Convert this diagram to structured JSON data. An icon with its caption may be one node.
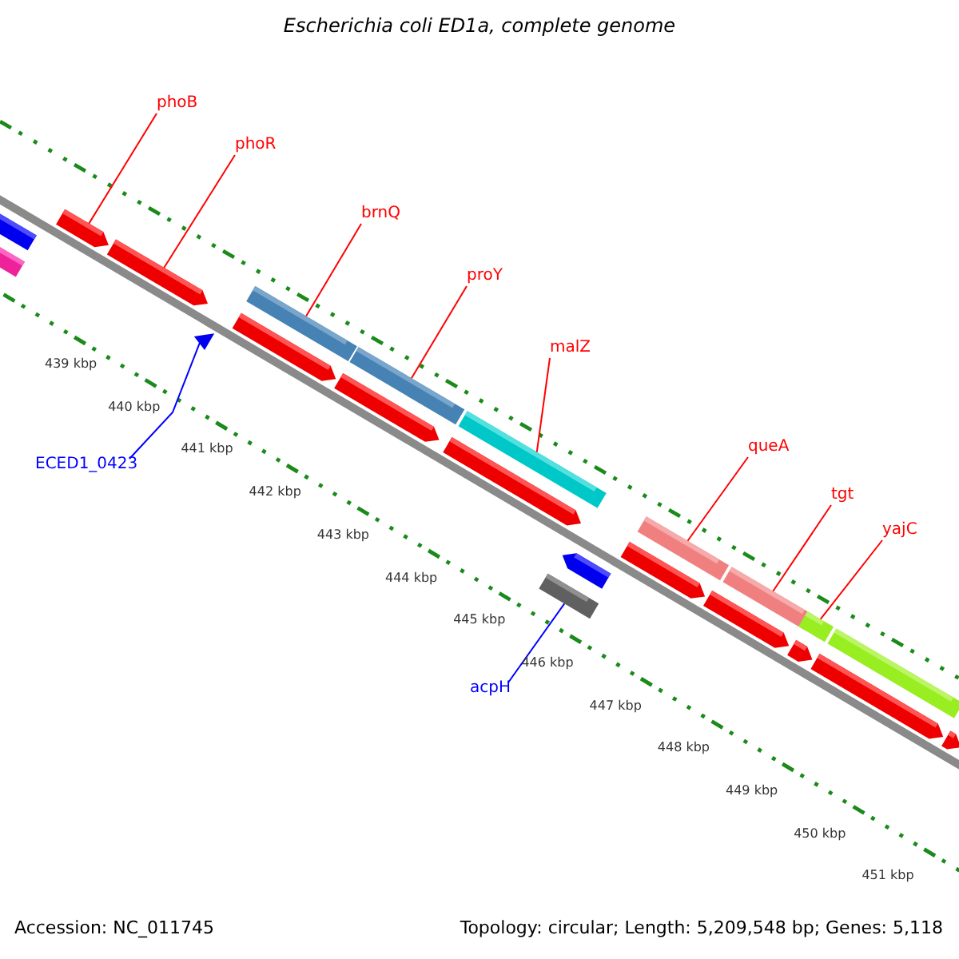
{
  "diagram": {
    "title": "Escherichia coli ED1a, complete genome",
    "nodes": [
      {
        "text": [],
        "shape": "arrow"
      },
      {
        "text": [],
        "shape": "bar"
      },
      {
        "text": [
          "phoB"
        ]
      },
      {
        "text": [],
        "shape": "arrow"
      },
      {
        "text": [
          "phoR"
        ]
      },
      {
        "text": [],
        "shape": "arrow"
      },
      {
        "text": [
          "ECED1_0423"
        ]
      },
      {
        "text": [],
        "shape": "triangle"
      },
      {
        "text": [
          "brnQ"
        ]
      },
      {
        "text": [],
        "shape": "bar"
      },
      {
        "text": [],
        "shape": "arrow"
      },
      {
        "text": [
          "proY"
        ]
      },
      {
        "text": [],
        "shape": "bar"
      },
      {
        "text": [],
        "shape": "arrow"
      },
      {
        "text": [
          "malZ"
        ]
      },
      {
        "text": [],
        "shape": "bar"
      },
      {
        "text": [],
        "shape": "arrow"
      },
      {
        "text": [],
        "shape": "arrow"
      },
      {
        "text": [
          "acpH"
        ]
      },
      {
        "text": [],
        "shape": "bar"
      },
      {
        "text": [
          "queA"
        ]
      },
      {
        "text": [],
        "shape": "bar"
      },
      {
        "text": [],
        "shape": "arrow"
      },
      {
        "text": [
          "tgt"
        ]
      },
      {
        "text": [],
        "shape": "bar"
      },
      {
        "text": [],
        "shape": "arrow"
      },
      {
        "text": [
          "yajC"
        ]
      },
      {
        "text": [],
        "shape": "bar"
      },
      {
        "text": [],
        "shape": "arrow"
      },
      {
        "text": [],
        "shape": "bar"
      },
      {
        "text": [],
        "shape": "arrow"
      },
      {
        "text": [],
        "shape": "arrow"
      }
    ],
    "edges": [
      {
        "from": 2,
        "to": 3,
        "arrow": "none"
      },
      {
        "from": 4,
        "to": 5,
        "arrow": "none"
      },
      {
        "from": 6,
        "to": 7,
        "arrow": "none",
        "color": "#0000ff"
      },
      {
        "from": 8,
        "to": 9,
        "arrow": "none"
      },
      {
        "from": 11,
        "to": 12,
        "arrow": "none"
      },
      {
        "from": 14,
        "to": 15,
        "arrow": "none"
      },
      {
        "from": 18,
        "to": 19,
        "arrow": "none",
        "color": "#0000ff"
      },
      {
        "from": 20,
        "to": 21,
        "arrow": "none"
      },
      {
        "from": 23,
        "to": 24,
        "arrow": "none"
      },
      {
        "from": 26,
        "to": 27,
        "arrow": "none"
      }
    ],
    "labels": [
      "439 kbp",
      "440 kbp",
      "441 kbp",
      "442 kbp",
      "443 kbp",
      "444 kbp",
      "445 kbp",
      "446 kbp",
      "447 kbp",
      "448 kbp",
      "449 kbp",
      "450 kbp",
      "451 kbp",
      "Accession: NC_011745",
      "Topology: circular; Length: 5,209,548 bp; Genes: 5,118"
    ]
  }
}
